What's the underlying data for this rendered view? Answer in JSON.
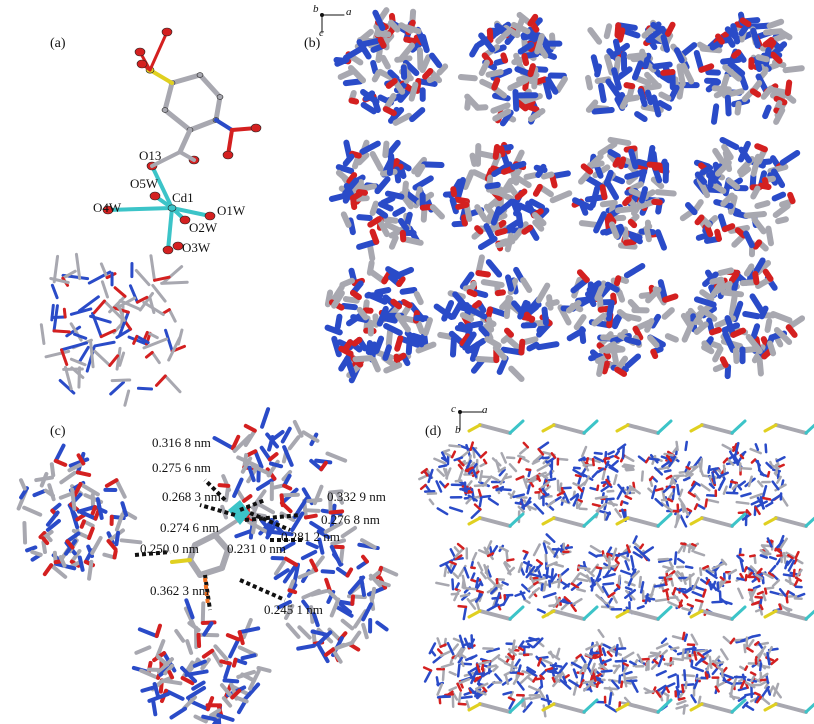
{
  "panels": {
    "a": {
      "label": "(a)",
      "atoms": [
        "O13",
        "O5W",
        "Cd1",
        "O4W",
        "O1W",
        "O2W",
        "O3W"
      ]
    },
    "b": {
      "label": "(b)",
      "axes": {
        "origin": "b",
        "right": "a",
        "down": "c"
      }
    },
    "c": {
      "label": "(c)",
      "distances": [
        "0.316 8 nm",
        "0.275 6 nm",
        "0.268 3 nm",
        "0.274 6 nm",
        "0.332 9 nm",
        "0.276 8 nm",
        "0.281 2 nm",
        "0.231 0 nm",
        "0.250 0 nm",
        "0.362 3 nm",
        "0.245 1 nm"
      ]
    },
    "d": {
      "label": "(d)",
      "axes": {
        "origin": "c",
        "right": "a",
        "down": "b"
      }
    }
  },
  "colors": {
    "carbon": "#a8a8b0",
    "nitrogen": "#2a4bc8",
    "oxygen": "#d42020",
    "cadmium": "#3cc4c8",
    "sulfur": "#e0d020",
    "hbond": "#111111",
    "pi": "#f07020"
  }
}
